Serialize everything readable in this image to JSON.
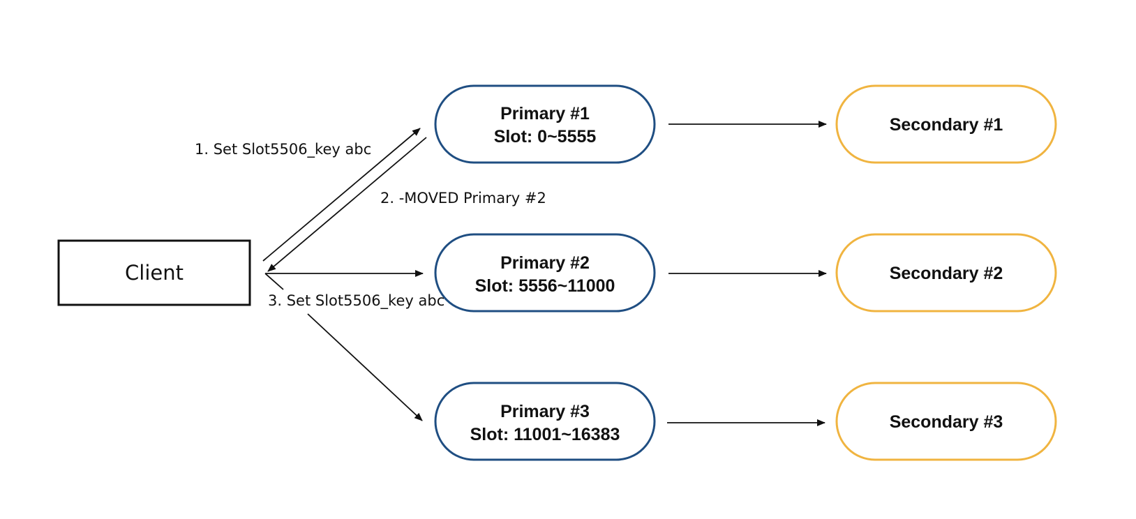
{
  "colors": {
    "primary_border": "#1f4e82",
    "secondary_border": "#f0b440",
    "client_border": "#111111",
    "arrow": "#111111"
  },
  "client": {
    "label": "Client"
  },
  "primaries": [
    {
      "title": "Primary #1",
      "slots": "Slot: 0~5555"
    },
    {
      "title": "Primary #2",
      "slots": "Slot: 5556~11000"
    },
    {
      "title": "Primary #3",
      "slots": "Slot: 11001~16383"
    }
  ],
  "secondaries": [
    {
      "title": "Secondary #1"
    },
    {
      "title": "Secondary #2"
    },
    {
      "title": "Secondary #3"
    }
  ],
  "steps": {
    "step1": "1. Set Slot5506_key abc",
    "step2": "2. -MOVED Primary #2",
    "step3": "3. Set Slot5506_key abc"
  }
}
